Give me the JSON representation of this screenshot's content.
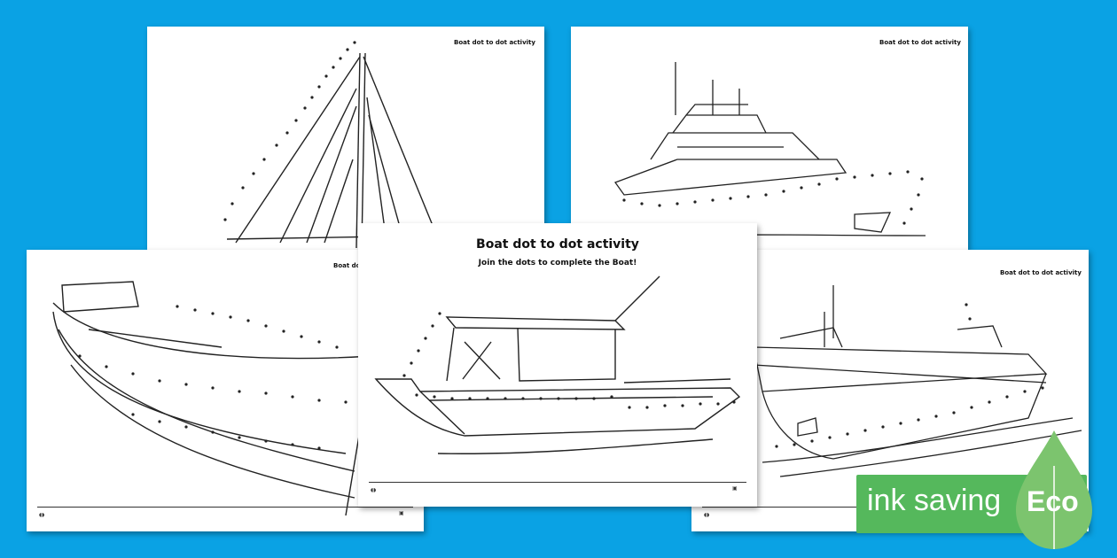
{
  "sheets": {
    "top_left": {
      "header": "Boat dot to dot activity"
    },
    "top_right": {
      "header": "Boat dot to dot activity"
    },
    "bottom_left": {
      "header": "Boat dot to dot activity"
    },
    "bottom_right": {
      "header": "Boat dot to dot activity"
    },
    "center": {
      "title": "Boat dot to dot activity",
      "subtitle": "Join the dots to complete the Boat!"
    }
  },
  "badge": {
    "label": "ink saving",
    "eco": "Eco",
    "color": "#55b85c"
  },
  "colors": {
    "background": "#0aa2e4",
    "sheet": "#ffffff",
    "ink": "#111111"
  }
}
